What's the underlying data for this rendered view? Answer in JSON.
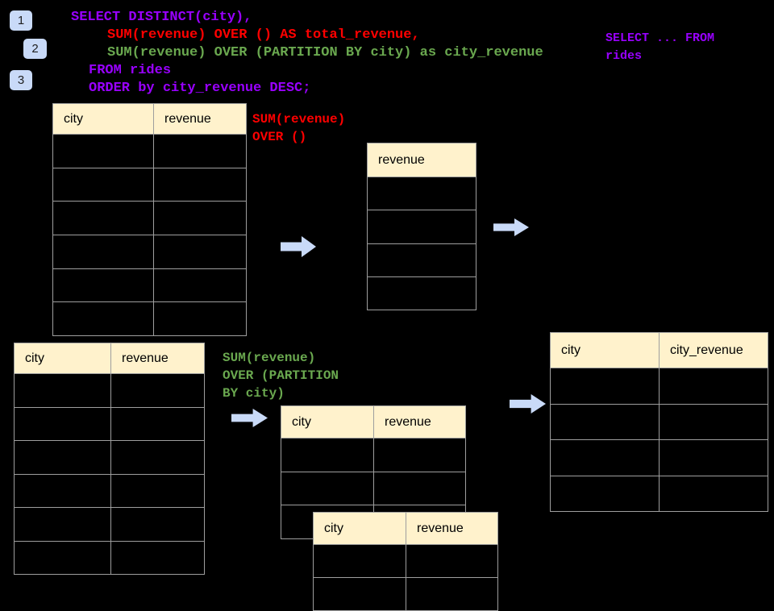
{
  "colors": {
    "background": "#000000",
    "purple": "#9900ff",
    "red": "#ff0000",
    "green": "#6aa84f",
    "header_bg": "#fff2cc",
    "header_text": "#000000",
    "cell_bg": "#000000",
    "border": "#9e9e9e",
    "arrow": "#c9daf8",
    "badge_bg": "#c9daf8",
    "badge_text": "#1f1f1f"
  },
  "badges": [
    {
      "label": "1"
    },
    {
      "label": "2"
    },
    {
      "label": "3"
    }
  ],
  "sql_code": {
    "lines": [
      {
        "text": "SELECT DISTINCT(city),",
        "color": "#9900ff"
      },
      {
        "text": "SUM(revenue) OVER () AS total_revenue,",
        "color": "#ff0000"
      },
      {
        "text": "SUM(revenue) OVER (PARTITION BY city) as city_revenue",
        "color": "#6aa84f"
      },
      {
        "text": "FROM rides",
        "color": "#9900ff"
      },
      {
        "text": "ORDER by city_revenue DESC;",
        "color": "#9900ff"
      }
    ]
  },
  "side_note": {
    "lines": [
      {
        "text": "SELECT ... FROM",
        "color": "#9900ff"
      },
      {
        "text": "rides",
        "color": "#9900ff"
      }
    ]
  },
  "annotation_total": {
    "lines": [
      {
        "text": "SUM(revenue)",
        "color": "#ff0000"
      },
      {
        "text": "OVER ()",
        "color": "#ff0000"
      }
    ]
  },
  "annotation_partition": {
    "lines": [
      {
        "text": "SUM(revenue)",
        "color": "#6aa84f"
      },
      {
        "text": "OVER (PARTITION",
        "color": "#6aa84f"
      },
      {
        "text": "BY city)",
        "color": "#6aa84f"
      }
    ]
  },
  "tables": {
    "source_top": {
      "headers": [
        "city",
        "revenue"
      ],
      "rows": 6
    },
    "total_result": {
      "headers": [
        "revenue"
      ],
      "rows": 4
    },
    "source_bottom": {
      "headers": [
        "city",
        "revenue"
      ],
      "rows": 6
    },
    "partition_mid": {
      "headers": [
        "city",
        "revenue"
      ],
      "rows": 3
    },
    "partition_overlay": {
      "headers": [
        "city",
        "revenue"
      ],
      "rows": 2
    },
    "city_revenue_result": {
      "headers": [
        "city",
        "city_revenue"
      ],
      "rows": 4
    }
  }
}
